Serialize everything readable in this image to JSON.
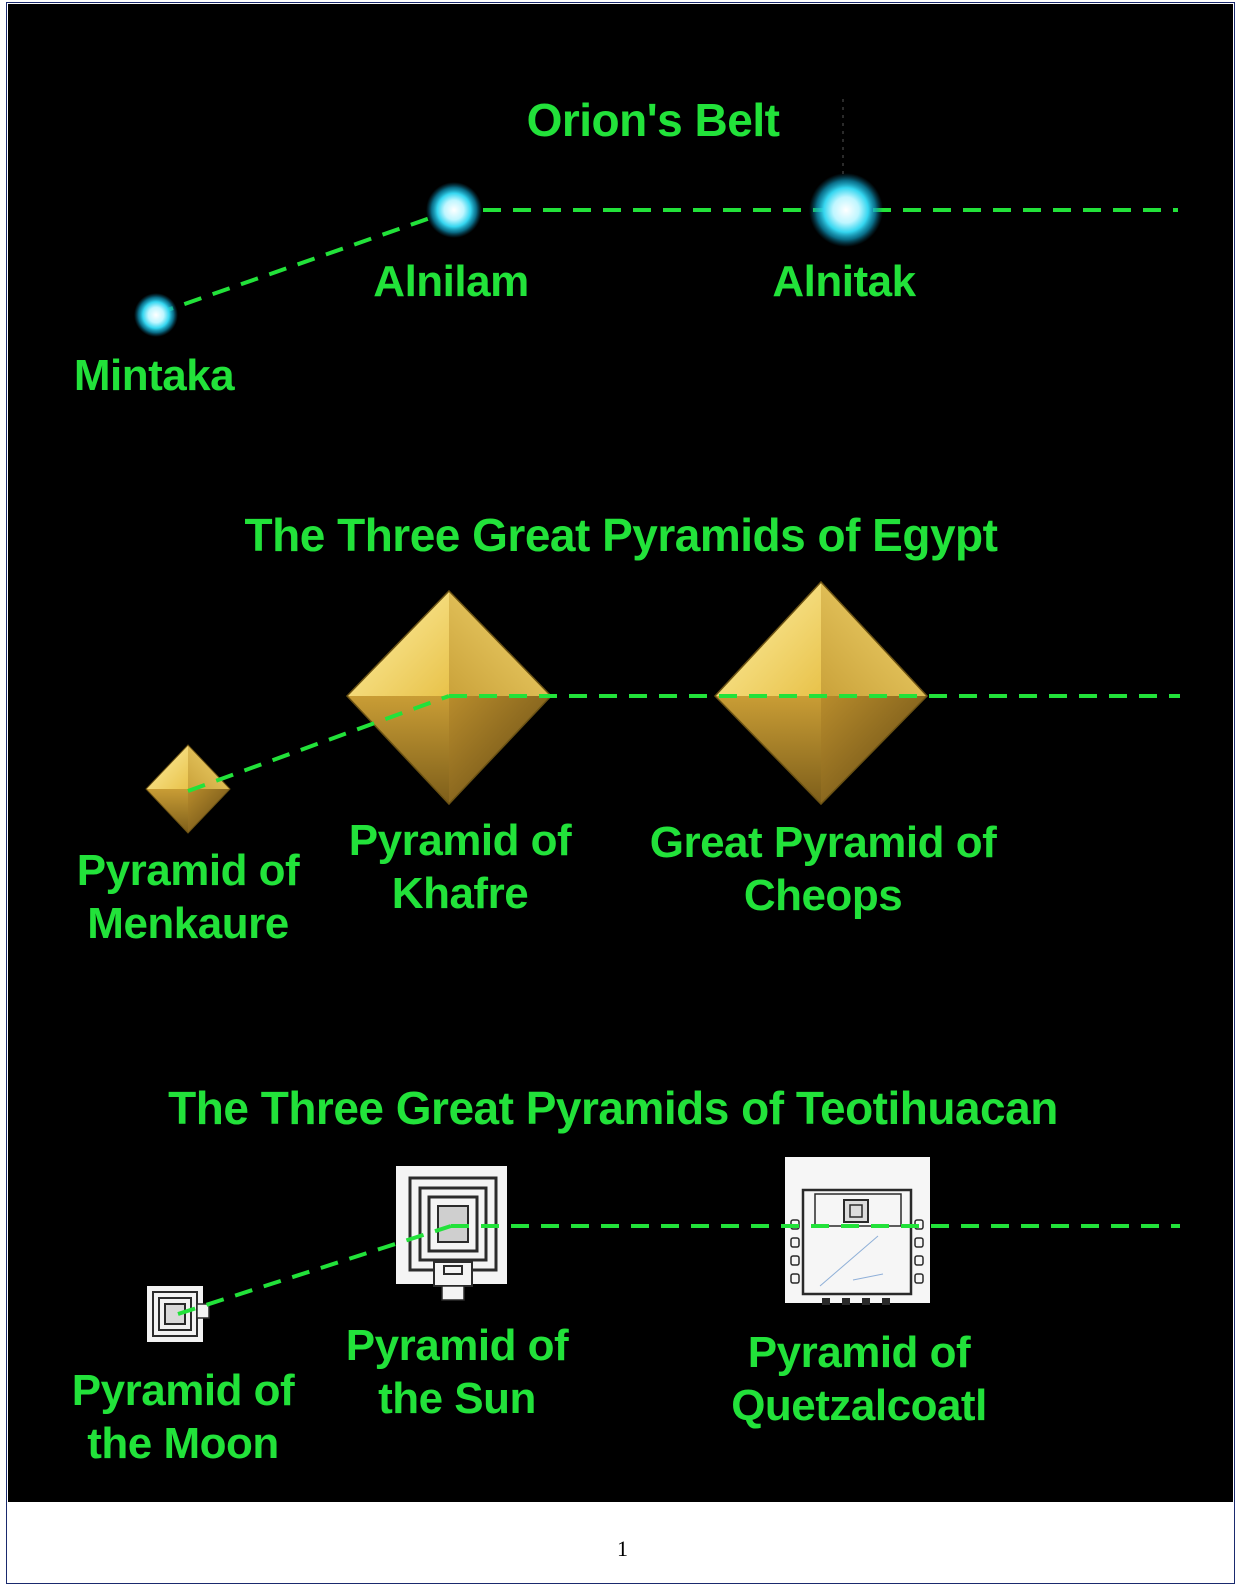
{
  "diagram": {
    "accent_color": "#22e23a",
    "background_color": "#000000",
    "orion": {
      "title": "Orion's Belt",
      "stars": [
        {
          "name": "Mintaka",
          "icon": "blue-star-icon"
        },
        {
          "name": "Alnilam",
          "icon": "blue-star-icon"
        },
        {
          "name": "Alnitak",
          "icon": "blue-star-icon"
        }
      ]
    },
    "egypt": {
      "title": "The Three Great Pyramids of Egypt",
      "pyramids": [
        {
          "line1": "Pyramid of",
          "line2": "Menkaure",
          "icon": "gold-pyramid-icon"
        },
        {
          "line1": "Pyramid of",
          "line2": "Khafre",
          "icon": "gold-pyramid-icon"
        },
        {
          "line1": "Great Pyramid of",
          "line2": "Cheops",
          "icon": "gold-pyramid-icon"
        }
      ]
    },
    "teotihuacan": {
      "title": "The Three Great Pyramids of Teotihuacan",
      "pyramids": [
        {
          "line1": "Pyramid of",
          "line2": "the Moon",
          "icon": "stepped-pyramid-plan-icon"
        },
        {
          "line1": "Pyramid of",
          "line2": "the Sun",
          "icon": "stepped-pyramid-plan-icon"
        },
        {
          "line1": "Pyramid of",
          "line2": "Quetzalcoatl",
          "icon": "temple-plan-icon"
        }
      ]
    }
  },
  "page": {
    "number": "1"
  }
}
